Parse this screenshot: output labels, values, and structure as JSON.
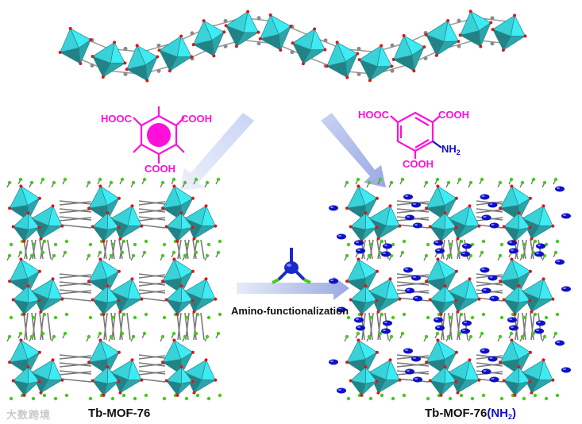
{
  "linker_1": {
    "group_a": "HOOC",
    "group_b": "COOH",
    "group_c": "COOH"
  },
  "linker_2": {
    "group_a": "HOOC",
    "group_b": "COOH",
    "group_c": "COOH",
    "amine": "NH",
    "amine_sub": "2"
  },
  "arrow_label": "Amino-functionalization",
  "left_title": "Tb-MOF-76",
  "right_title": {
    "main": "Tb-MOF-76",
    "open": "(",
    "group": "NH",
    "sub": "2",
    "close": ")"
  },
  "watermark": "大数跨境",
  "colors": {
    "polyhedron": "#38d2d8",
    "linker_label": "#ff10d8",
    "amine": "#1010c8",
    "oxygen": "#d81818",
    "framework_bond": "#7a7a7a",
    "terminal_atom": "#48c820",
    "arrow": "#b8c4ec"
  }
}
